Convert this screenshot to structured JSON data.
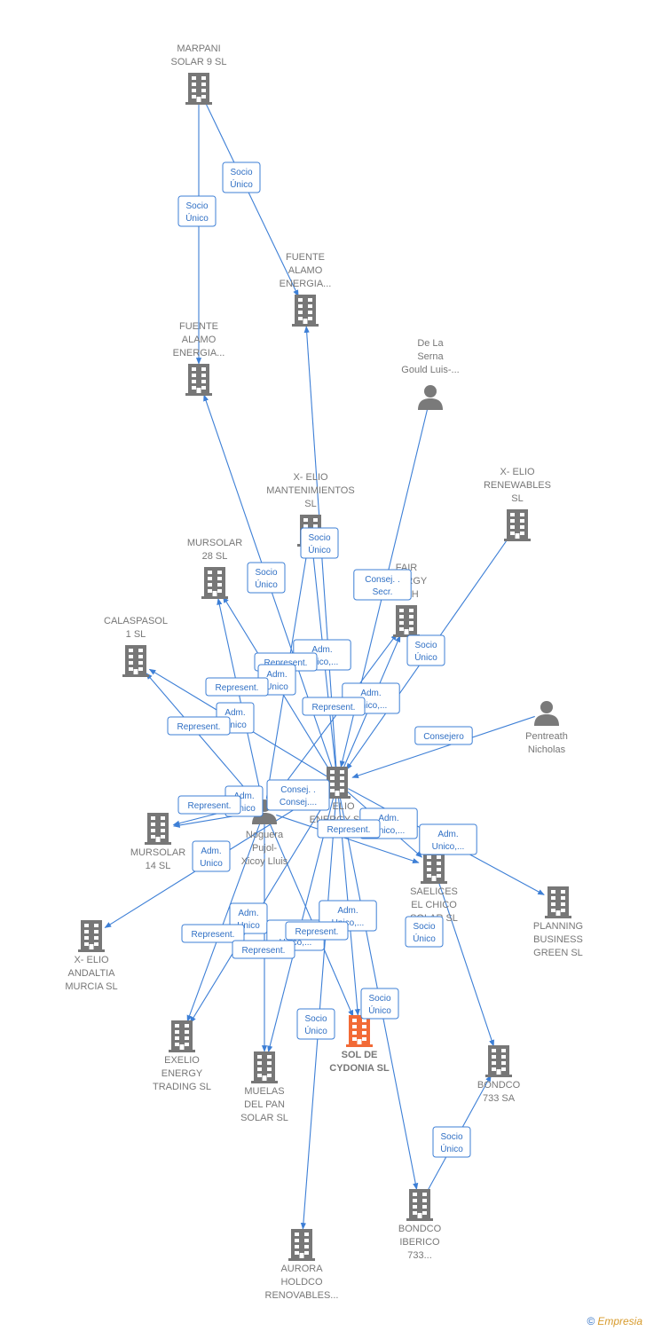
{
  "colors": {
    "edge": "#3d7fd6",
    "company": "#777777",
    "focus": "#f26a36",
    "person": "#7a7a7a"
  },
  "brand": {
    "copyright": "©",
    "name": "Empresia"
  },
  "nodes": [
    {
      "id": "marpani",
      "type": "company",
      "lines": [
        "MARPANI",
        "SOLAR 9  SL"
      ]
    },
    {
      "id": "fuente2",
      "type": "company",
      "lines": [
        "FUENTE",
        "ALAMO",
        "ENERGIA..."
      ]
    },
    {
      "id": "fuente1",
      "type": "company",
      "lines": [
        "FUENTE",
        "ALAMO",
        "ENERGIA..."
      ]
    },
    {
      "id": "delaserna",
      "type": "person",
      "lines": [
        "De La",
        "Serna",
        "Gould Luis-..."
      ]
    },
    {
      "id": "xelioMant",
      "type": "company",
      "lines": [
        "X- ELIO",
        "MANTENIMIENTOS",
        "SL"
      ]
    },
    {
      "id": "xelioRen",
      "type": "company",
      "lines": [
        "X- ELIO",
        "RENEWABLES",
        "SL"
      ]
    },
    {
      "id": "mursolar28",
      "type": "company",
      "lines": [
        "MURSOLAR",
        "28 SL"
      ]
    },
    {
      "id": "fair",
      "type": "company",
      "lines": [
        "FAIR",
        "ENERGY",
        "HIGH"
      ]
    },
    {
      "id": "calaspasol",
      "type": "company",
      "lines": [
        "CALASPASOL",
        "1  SL"
      ]
    },
    {
      "id": "pentreath",
      "type": "person",
      "lines": [
        "Pentreath",
        "Nicholas"
      ]
    },
    {
      "id": "xelioEnergy",
      "type": "company",
      "lines": [
        "X- ELIO",
        "ENERGY  SL"
      ]
    },
    {
      "id": "noguera",
      "type": "person",
      "lines": [
        "Noguera",
        "Pujol-",
        "Xicoy Lluis"
      ]
    },
    {
      "id": "mursolar14",
      "type": "company",
      "lines": [
        "MURSOLAR",
        "14 SL"
      ]
    },
    {
      "id": "saelices",
      "type": "company",
      "lines": [
        "SAELICES",
        "EL CHICO",
        "SOLAR SL"
      ]
    },
    {
      "id": "planning",
      "type": "company",
      "lines": [
        "PLANNING",
        "BUSINESS",
        "GREEN  SL"
      ]
    },
    {
      "id": "xelioAnd",
      "type": "company",
      "lines": [
        "X- ELIO",
        "ANDALTIA",
        "MURCIA  SL"
      ]
    },
    {
      "id": "exelio",
      "type": "company",
      "lines": [
        "EXELIO",
        "ENERGY",
        "TRADING  SL"
      ]
    },
    {
      "id": "muelas",
      "type": "company",
      "lines": [
        "MUELAS",
        "DEL PAN",
        "SOLAR SL"
      ]
    },
    {
      "id": "sol",
      "type": "focus",
      "lines": [
        "SOL DE",
        "CYDONIA  SL"
      ]
    },
    {
      "id": "bondco",
      "type": "company",
      "lines": [
        "BONDCO",
        "733 SA"
      ]
    },
    {
      "id": "bondcoIb",
      "type": "company",
      "lines": [
        "BONDCO",
        "IBERICO",
        "733..."
      ]
    },
    {
      "id": "aurora",
      "type": "company",
      "lines": [
        "AURORA",
        "HOLDCO",
        "RENOVABLES..."
      ]
    }
  ],
  "edges": [
    {
      "from": "marpani",
      "to": "fuente2",
      "label": [
        "Socio",
        "Único"
      ]
    },
    {
      "from": "marpani",
      "to": "fuente1",
      "label": [
        "Socio",
        "Único"
      ]
    },
    {
      "from": "xelioEnergy",
      "to": "fuente2",
      "label": [
        "Socio",
        "Único"
      ]
    },
    {
      "from": "xelioEnergy",
      "to": "fuente1",
      "label": [
        "Socio",
        "Único"
      ]
    },
    {
      "from": "delaserna",
      "to": "xelioEnergy",
      "label": [
        "Consej. .",
        "Secr."
      ]
    },
    {
      "from": "xelioRen",
      "to": "xelioEnergy",
      "label": [
        "Socio",
        "Único"
      ]
    },
    {
      "from": "pentreath",
      "to": "xelioEnergy",
      "label": [
        "Consejero"
      ]
    },
    {
      "from": "xelioEnergy",
      "to": "xelioMant",
      "label": [
        "Adm.",
        "Unico,..."
      ]
    },
    {
      "from": "noguera",
      "to": "xelioMant",
      "label": [
        "Represent."
      ]
    },
    {
      "from": "xelioEnergy",
      "to": "mursolar28",
      "label": [
        "Adm.",
        "Unico"
      ]
    },
    {
      "from": "noguera",
      "to": "mursolar28",
      "label": [
        "Represent."
      ]
    },
    {
      "from": "xelioEnergy",
      "to": "fair",
      "label": [
        "Adm.",
        "Unico,..."
      ]
    },
    {
      "from": "noguera",
      "to": "fair",
      "label": [
        "Represent."
      ]
    },
    {
      "from": "xelioEnergy",
      "to": "calaspasol",
      "label": [
        "Adm.",
        "Unico"
      ]
    },
    {
      "from": "noguera",
      "to": "calaspasol",
      "label": [
        "Represent."
      ]
    },
    {
      "from": "xelioEnergy",
      "to": "mursolar14",
      "label": [
        "Adm.",
        "Unico"
      ]
    },
    {
      "from": "noguera",
      "to": "mursolar14",
      "label": [
        "Represent."
      ]
    },
    {
      "from": "noguera",
      "to": "xelioEnergy",
      "label": [
        "Consej. .",
        "Consej...."
      ]
    },
    {
      "from": "xelioEnergy",
      "to": "saelices",
      "label": [
        "Adm.",
        "Unico,..."
      ]
    },
    {
      "from": "noguera",
      "to": "saelices",
      "label": [
        "Represent."
      ]
    },
    {
      "from": "xelioEnergy",
      "to": "planning",
      "label": [
        "Adm.",
        "Unico,..."
      ]
    },
    {
      "from": "xelioEnergy",
      "to": "xelioAnd",
      "label": [
        "Adm.",
        "Unico"
      ]
    },
    {
      "from": "xelioEnergy",
      "to": "exelio",
      "label": [
        "Adm.",
        "Unico"
      ]
    },
    {
      "from": "noguera",
      "to": "exelio",
      "label": [
        "Represent."
      ]
    },
    {
      "from": "xelioEnergy",
      "to": "muelas",
      "label": [
        "Adm.",
        "Unico,..."
      ]
    },
    {
      "from": "noguera",
      "to": "muelas",
      "label": [
        "Represent."
      ]
    },
    {
      "from": "xelioEnergy",
      "to": "sol",
      "label": [
        "Adm.",
        "Unico,..."
      ]
    },
    {
      "from": "noguera",
      "to": "sol",
      "label": [
        "Represent."
      ]
    },
    {
      "from": "xelioEnergy",
      "to": "aurora",
      "label": [
        "Socio",
        "Único"
      ]
    },
    {
      "from": "saelices",
      "to": "bondco",
      "label": [
        "Socio",
        "Único"
      ]
    },
    {
      "from": "bondcoIb",
      "to": "bondco",
      "label": [
        "Socio",
        "Único"
      ]
    },
    {
      "from": "xelioEnergy",
      "to": "bondcoIb",
      "label": [
        "Socio",
        "Único"
      ]
    }
  ]
}
